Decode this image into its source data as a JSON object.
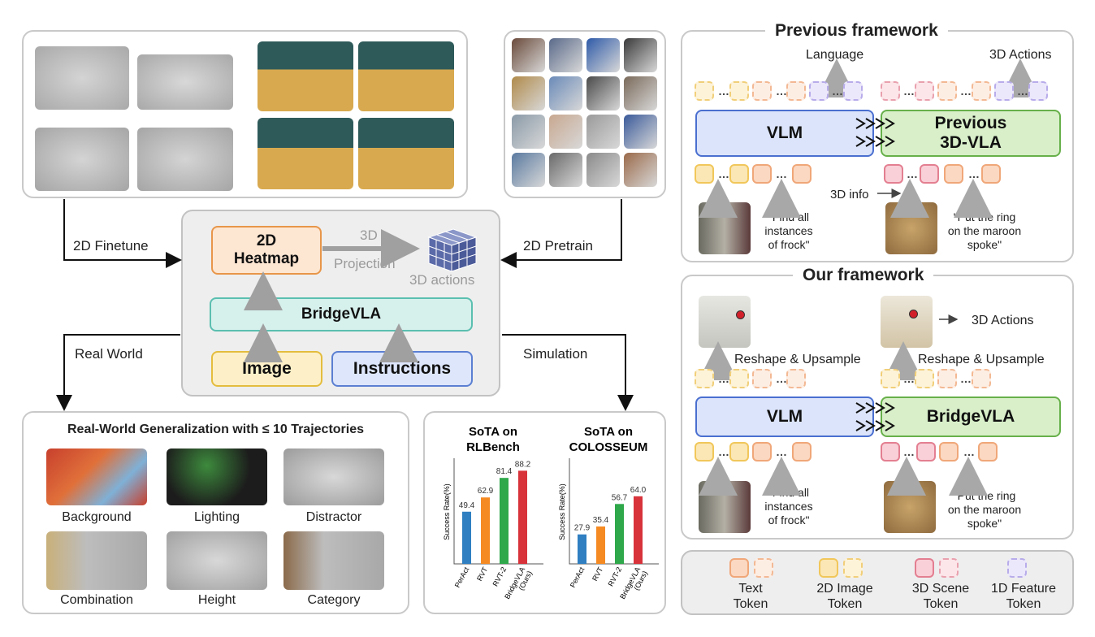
{
  "center": {
    "heatmap": "2D\nHeatmap",
    "projection_3d": "3D",
    "projection": "Projection",
    "actions_3d": "3D actions",
    "bridgevla": "BridgeVLA",
    "image": "Image",
    "instructions": "Instructions"
  },
  "arrows": {
    "finetune": "2D Finetune",
    "pretrain": "2D Pretrain",
    "real_world": "Real World",
    "simulation": "Simulation"
  },
  "generalization": {
    "title": "Real-World Generalization with ≤ 10 Trajectories",
    "items": [
      "Background",
      "Lighting",
      "Distractor",
      "Combination",
      "Height",
      "Category"
    ]
  },
  "previous": {
    "title": "Previous framework",
    "language": "Language",
    "actions": "3D Actions",
    "vlm": "VLM",
    "vla": "Previous\n3D-VLA",
    "info": "3D info",
    "quote1": "\"Find all\ninstances\nof frock\"",
    "quote2": "\"Put the ring\non the maroon\nspoke\""
  },
  "ours": {
    "title": "Our framework",
    "actions": "3D Actions",
    "reshape1": "Reshape & Upsample",
    "reshape2": "Reshape & Upsample",
    "vlm": "VLM",
    "vla": "BridgeVLA",
    "quote1": "\"Find all\ninstances\nof frock\"",
    "quote2": "\"Put the ring\non the maroon\nspoke\""
  },
  "legend": [
    {
      "label": "Text\nToken",
      "kind": "text"
    },
    {
      "label": "2D Image\nToken",
      "kind": "img"
    },
    {
      "label": "3D Scene\nToken",
      "kind": "3d"
    },
    {
      "label": "1D Feature\nToken",
      "kind": "1d"
    }
  ],
  "colors": {
    "vlm_fill": "#dbe4fa",
    "vlm_border": "#4a6fd0",
    "vla_fill": "#d8efc9",
    "vla_border": "#67b04a",
    "bridge_fill": "#d6f0ec",
    "bridge_border": "#5bbfb0",
    "heatmap_fill": "#fde6d2",
    "heatmap_border": "#e8964a",
    "image_fill": "#fdf0c8",
    "image_border": "#e4bd3e",
    "instr_fill": "#dde6fb",
    "instr_border": "#5b7fd2",
    "bar_blue": "#2f7fc1",
    "bar_orange": "#f58a23",
    "bar_green": "#2ea84a",
    "bar_red": "#d8333b"
  },
  "chart_data": [
    {
      "type": "bar",
      "title": "SoTA on\nRLBench",
      "ylabel": "Success Rate(%)",
      "categories": [
        "PerAct",
        "RVT",
        "RVT-2",
        "BridgeVLA\n(Ours)"
      ],
      "values": [
        49.4,
        62.9,
        81.4,
        88.2
      ],
      "ylim": [
        0,
        100
      ]
    },
    {
      "type": "bar",
      "title": "SoTA on\nCOLOSSEUM",
      "ylabel": "Success Rate(%)",
      "categories": [
        "PerAct",
        "RVT",
        "RVT-2",
        "BridgeVLA\n(Ours)"
      ],
      "values": [
        27.9,
        35.4,
        56.7,
        64.0
      ],
      "ylim": [
        0,
        100
      ]
    }
  ]
}
